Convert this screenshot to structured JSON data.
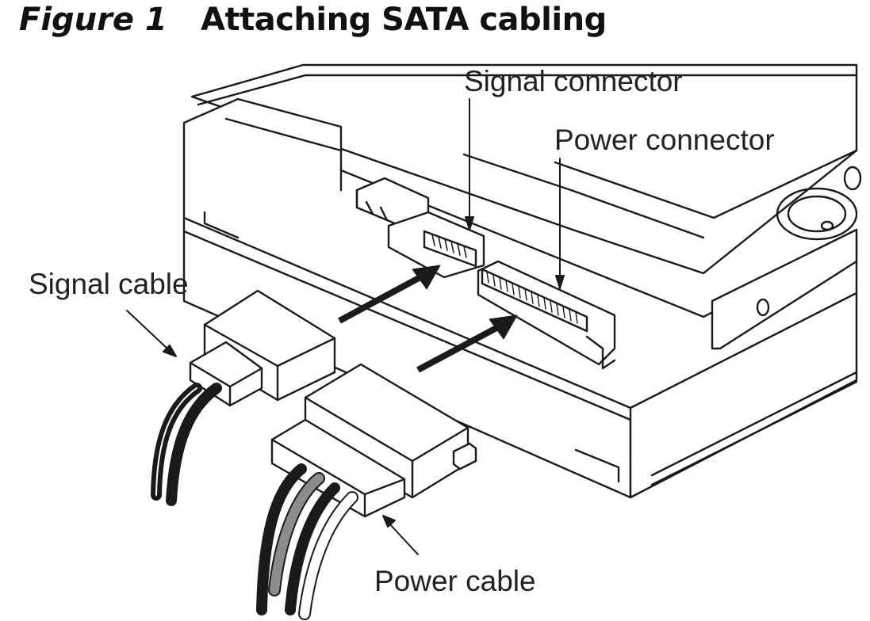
{
  "figure": {
    "number": "Figure 1",
    "title": "Attaching SATA cabling"
  },
  "callouts": {
    "signal_connector": "Signal connector",
    "power_connector": "Power connector",
    "signal_cable": "Signal cable",
    "power_cable": "Power cable"
  },
  "colors": {
    "line": "#1a1a1a",
    "cable_dark": "#1a1a1a",
    "cable_gray": "#8c8c8c",
    "cable_white": "#ffffff",
    "background": "#ffffff"
  }
}
